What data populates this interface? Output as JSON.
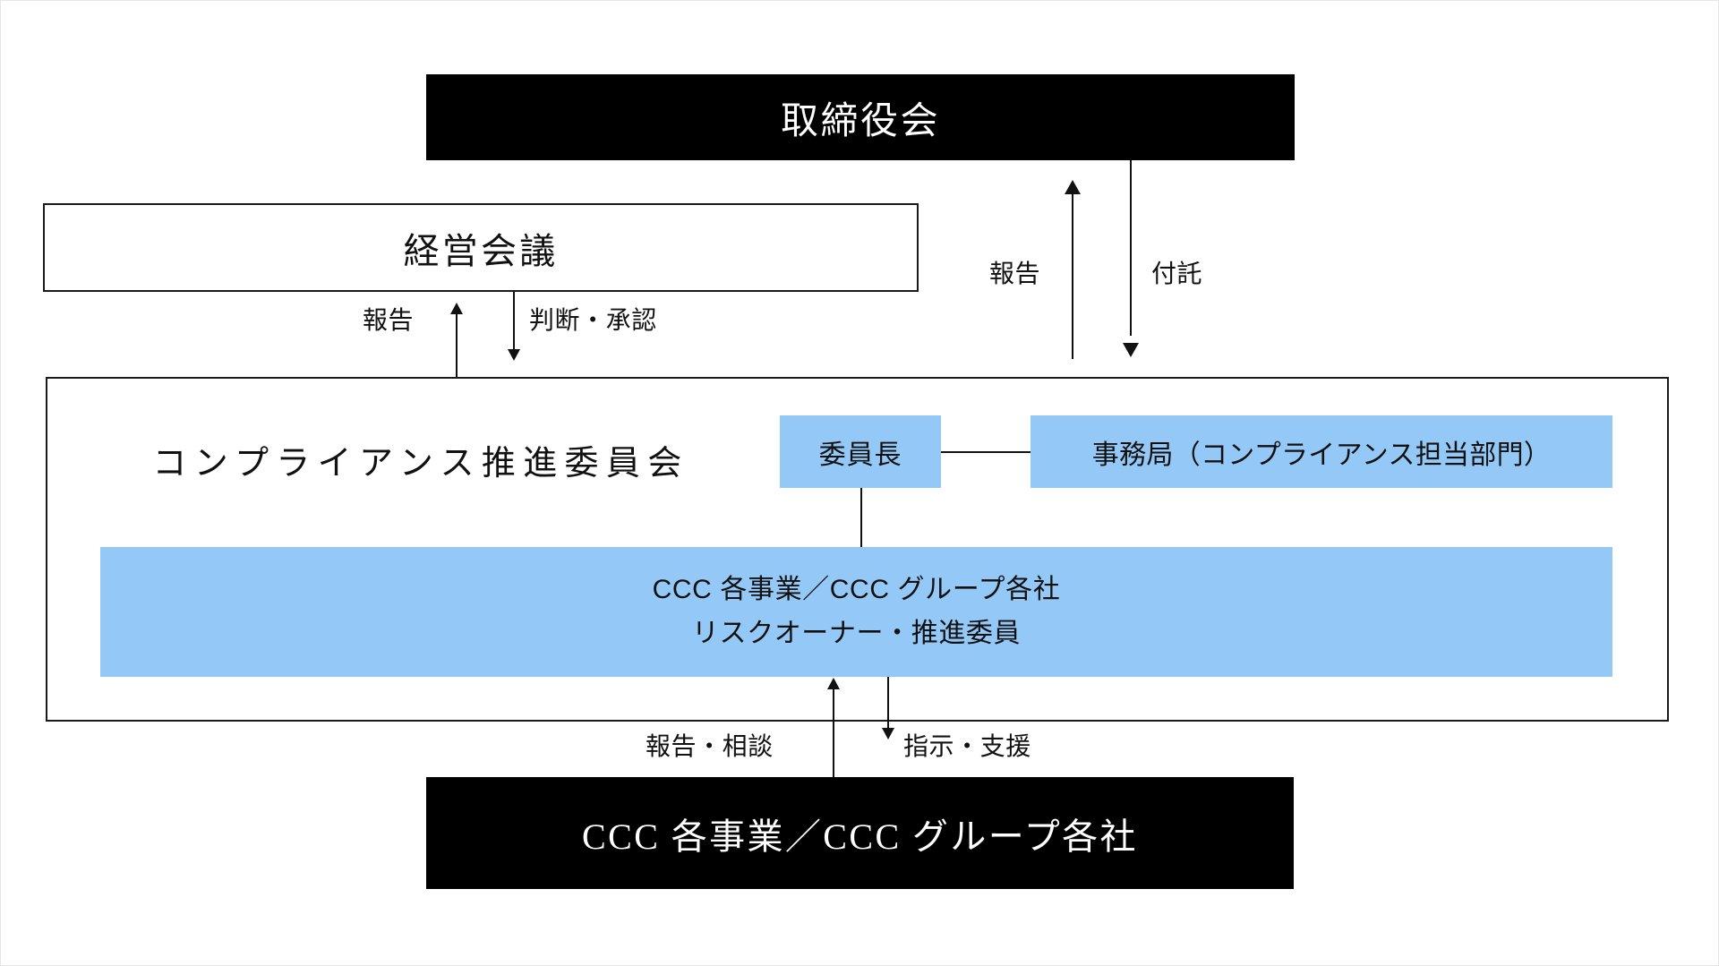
{
  "diagram": {
    "title_semantic": "compliance-promotion-governance-structure",
    "colors": {
      "filled_box_bg": "#000000",
      "filled_box_text": "#FFFFFF",
      "accent_blue": "#93C8F7",
      "line": "#111111",
      "page_bg": "#FFFFFF"
    },
    "nodes": {
      "board": {
        "label": "取締役会",
        "style": "black"
      },
      "management_meeting": {
        "label": "経営会議",
        "style": "outline"
      },
      "committee": {
        "label": "コンプライアンス推進委員会",
        "style": "outline"
      },
      "chair": {
        "label": "委員長",
        "style": "blue"
      },
      "secretariat": {
        "label": "事務局（コンプライアンス担当部門）",
        "style": "blue"
      },
      "risk_owners": {
        "line1": "CCC 各事業／CCC グループ各社",
        "line2": "リスクオーナー・推進委員",
        "style": "blue"
      },
      "businesses": {
        "label": "CCC 各事業／CCC グループ各社",
        "style": "black"
      }
    },
    "edges": {
      "report_to_board": {
        "label": "報告",
        "direction": "up"
      },
      "entrust_from_board": {
        "label": "付託",
        "direction": "down"
      },
      "report_to_management": {
        "label": "報告",
        "direction": "up"
      },
      "decision_approval": {
        "label": "判断・承認",
        "direction": "down"
      },
      "report_consult": {
        "label": "報告・相談",
        "direction": "up"
      },
      "instruct_support": {
        "label": "指示・支援",
        "direction": "down"
      }
    }
  }
}
